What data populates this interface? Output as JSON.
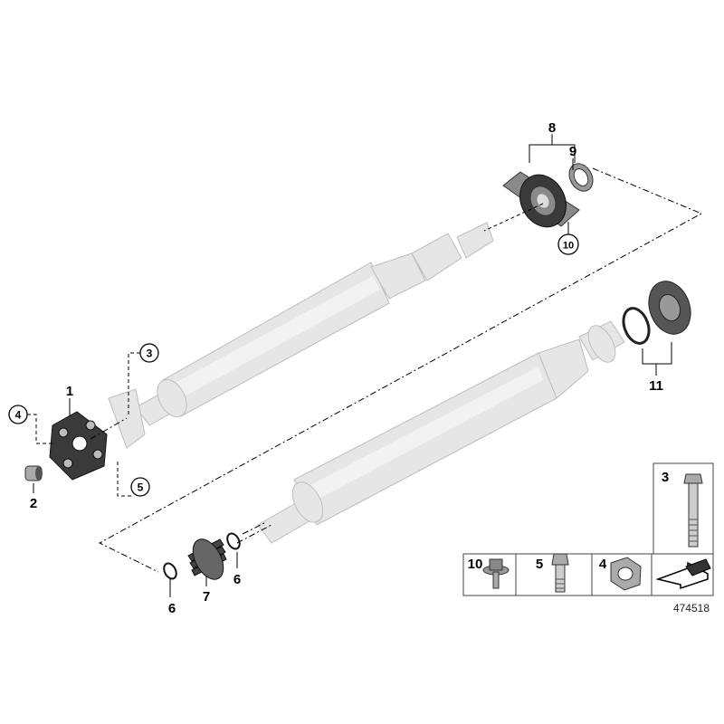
{
  "callouts": {
    "c1": "1",
    "c2": "2",
    "c3": "3",
    "c4": "4",
    "c5": "5",
    "c6a": "6",
    "c6b": "6",
    "c7": "7",
    "c8": "8",
    "c9": "9",
    "c10": "10",
    "c11": "11"
  },
  "legend": {
    "item3": "3",
    "item10": "10",
    "item5": "5",
    "item4": "4"
  },
  "reference_number": "474518"
}
